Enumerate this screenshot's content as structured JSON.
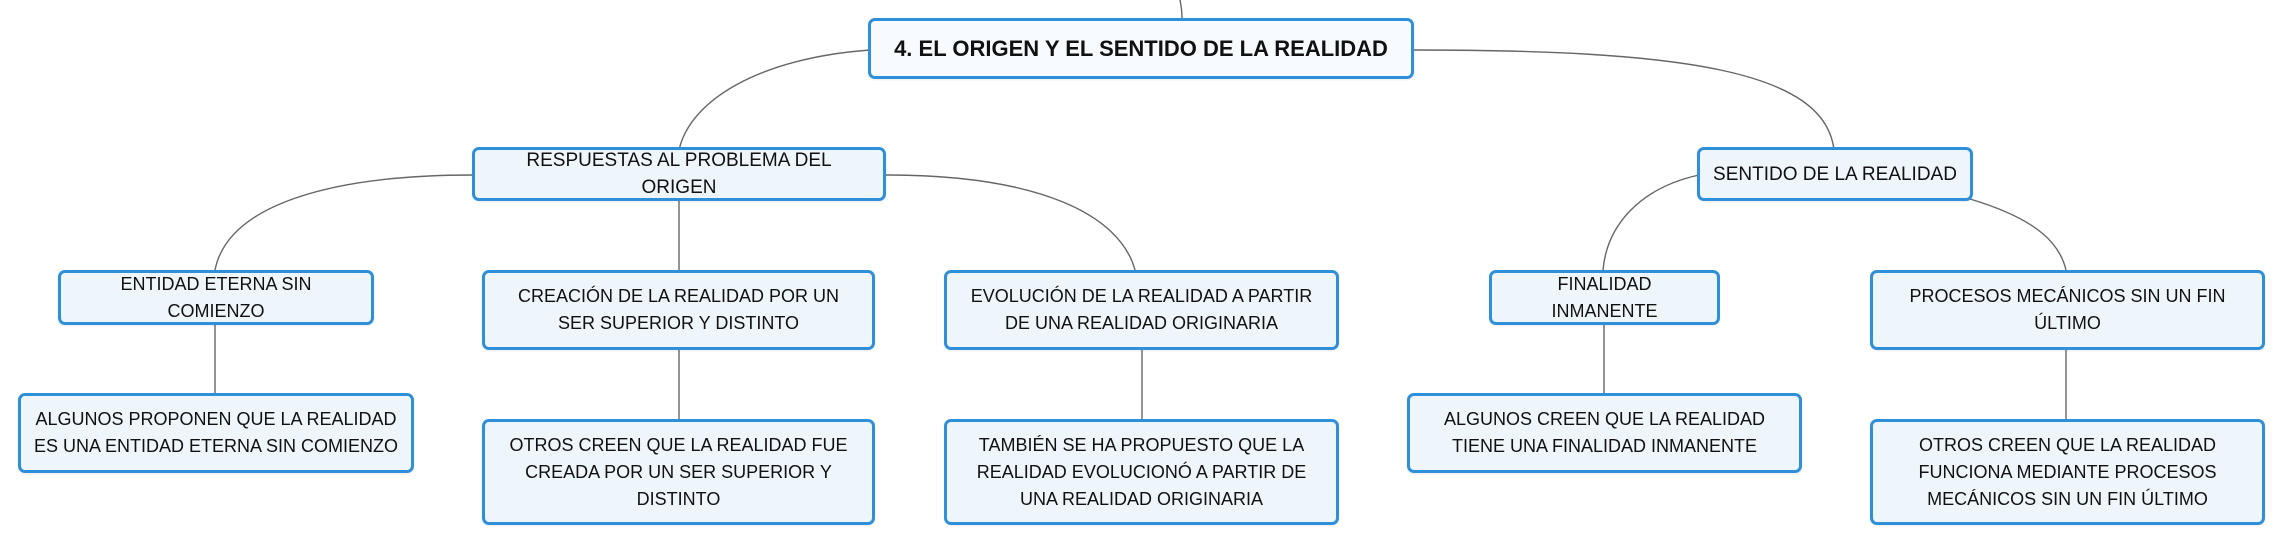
{
  "root": {
    "label": "4. EL ORIGEN Y EL SENTIDO DE LA REALIDAD"
  },
  "branches": {
    "origen": {
      "label": "RESPUESTAS AL PROBLEMA DEL ORIGEN",
      "children": [
        {
          "label": "ENTIDAD ETERNA SIN COMIENZO",
          "detail": "ALGUNOS PROPONEN QUE LA REALIDAD ES UNA ENTIDAD ETERNA SIN COMIENZO"
        },
        {
          "label": "CREACIÓN DE LA REALIDAD POR UN SER SUPERIOR Y DISTINTO",
          "detail": "OTROS CREEN QUE LA REALIDAD FUE CREADA POR UN SER SUPERIOR Y DISTINTO"
        },
        {
          "label": "EVOLUCIÓN DE LA REALIDAD A PARTIR DE UNA REALIDAD ORIGINARIA",
          "detail": "TAMBIÉN SE HA PROPUESTO QUE LA REALIDAD EVOLUCIONÓ A PARTIR DE UNA REALIDAD ORIGINARIA"
        }
      ]
    },
    "sentido": {
      "label": "SENTIDO DE LA REALIDAD",
      "children": [
        {
          "label": "FINALIDAD INMANENTE",
          "detail": "ALGUNOS CREEN QUE LA REALIDAD TIENE UNA FINALIDAD INMANENTE"
        },
        {
          "label": "PROCESOS MECÁNICOS SIN UN FIN ÚLTIMO",
          "detail": "OTROS CREEN QUE LA REALIDAD FUNCIONA MEDIANTE PROCESOS MECÁNICOS SIN UN FIN ÚLTIMO"
        }
      ]
    }
  },
  "colors": {
    "border": "#2f8fd8",
    "fill": "#eef5fb",
    "line": "#666666",
    "text": "#111111"
  }
}
